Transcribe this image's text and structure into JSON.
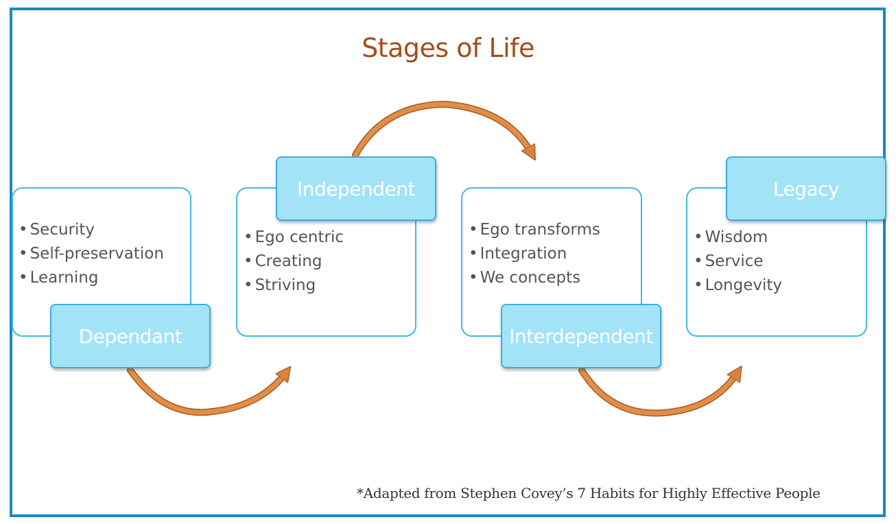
{
  "title": "Stages of Life",
  "stages": [
    {
      "label": "Dependant",
      "items": [
        "Security",
        "Self-preservation",
        "Learning"
      ]
    },
    {
      "label": "Independent",
      "items": [
        "Ego centric",
        "Creating",
        "Striving"
      ]
    },
    {
      "label": "Interdependent",
      "items": [
        "Ego transforms",
        "Integration",
        "We concepts"
      ]
    },
    {
      "label": "Legacy",
      "items": [
        "Wisdom",
        "Service",
        "Longevity"
      ]
    }
  ],
  "footnote": "*Adapted from Stephen Covey’s 7 Habits for Highly Effective People",
  "colors": {
    "frame": "#1a8ac0",
    "title": "#a24e1c",
    "label_fill": "#a2e3f8",
    "card_border": "#43b8e2",
    "arrow": "#d9833c"
  }
}
